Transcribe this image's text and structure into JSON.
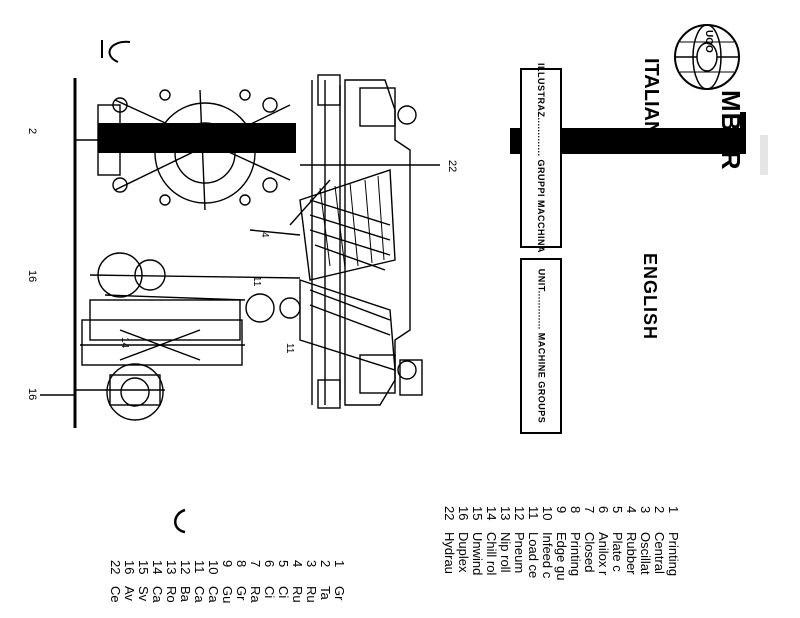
{
  "header": {
    "brand_fragment": "MBER",
    "italiano_label": "ITALIANO",
    "english_label": "ENGLISH",
    "italian_section": "ILLUSTRAZ............. GRUPPI MACCHINA",
    "english_section": "UNIT............. MACHINE GROUPS",
    "logo_text": "UOO"
  },
  "diagram": {
    "callouts": [
      "2",
      "22",
      "16",
      "16",
      "11",
      "11",
      "14",
      "4"
    ]
  },
  "legend_english": [
    {
      "n": "1",
      "label": "Printing"
    },
    {
      "n": "2",
      "label": "Central"
    },
    {
      "n": "3",
      "label": "Oscillat"
    },
    {
      "n": "4",
      "label": "Rubber"
    },
    {
      "n": "5",
      "label": "Plate c"
    },
    {
      "n": "6",
      "label": "Anilox r"
    },
    {
      "n": "7",
      "label": "Closed"
    },
    {
      "n": "8",
      "label": "Printing"
    },
    {
      "n": "9",
      "label": "Edge gu"
    },
    {
      "n": "10",
      "label": "Infeed c"
    },
    {
      "n": "11",
      "label": "Load ce"
    },
    {
      "n": "12",
      "label": "Pneum"
    },
    {
      "n": "13",
      "label": "Nip roll"
    },
    {
      "n": "14",
      "label": "Chill rol"
    },
    {
      "n": "15",
      "label": "Unwind"
    },
    {
      "n": "16",
      "label": "Duplex"
    },
    {
      "n": "22",
      "label": "Hydrau"
    }
  ],
  "legend_italian": [
    {
      "n": "1",
      "label": "Gr"
    },
    {
      "n": "2",
      "label": "Ta"
    },
    {
      "n": "3",
      "label": "Ru"
    },
    {
      "n": "4",
      "label": "Ru"
    },
    {
      "n": "5",
      "label": "Ci"
    },
    {
      "n": "6",
      "label": "Ci"
    },
    {
      "n": "7",
      "label": "Ra"
    },
    {
      "n": "8",
      "label": "Gr"
    },
    {
      "n": "9",
      "label": "Gu"
    },
    {
      "n": "10",
      "label": "Ca"
    },
    {
      "n": "11",
      "label": "Ca"
    },
    {
      "n": "12",
      "label": "Ba"
    },
    {
      "n": "13",
      "label": "Ro"
    },
    {
      "n": "14",
      "label": "Ca"
    },
    {
      "n": "15",
      "label": "Sv"
    },
    {
      "n": "16",
      "label": "Av"
    },
    {
      "n": "22",
      "label": "Ce"
    }
  ]
}
